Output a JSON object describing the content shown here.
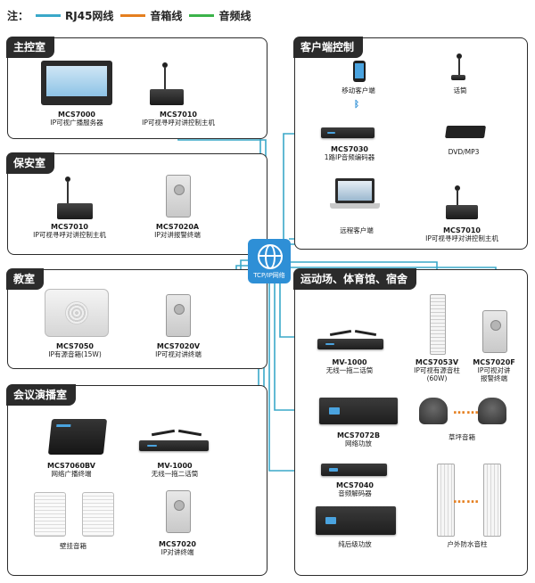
{
  "legend": {
    "prefix": "注：",
    "items": [
      {
        "label": "RJ45网线",
        "color": "#3aa8c9"
      },
      {
        "label": "音箱线",
        "color": "#e57f1f"
      },
      {
        "label": "音频线",
        "color": "#3bb34a"
      }
    ]
  },
  "hub": {
    "label": "TCP/IP网络",
    "color": "#2e8fd6"
  },
  "sections": {
    "main_control": {
      "title": "主控室",
      "devices": [
        {
          "model": "MCS7000",
          "desc": "IP可视广播服务器"
        },
        {
          "model": "MCS7010",
          "desc": "IP可视寻呼对讲控制主机"
        }
      ]
    },
    "client_control": {
      "title": "客户端控制",
      "devices": [
        {
          "model": "",
          "desc": "移动客户端"
        },
        {
          "model": "",
          "desc": "话筒"
        },
        {
          "model": "MCS7030",
          "desc": "1路IP音频编码器"
        },
        {
          "model": "",
          "desc": "DVD/MP3"
        },
        {
          "model": "",
          "desc": "远程客户端"
        },
        {
          "model": "MCS7010",
          "desc": "IP可视寻呼对讲控制主机"
        }
      ]
    },
    "security_room": {
      "title": "保安室",
      "devices": [
        {
          "model": "MCS7010",
          "desc": "IP可视寻呼对讲控制主机"
        },
        {
          "model": "MCS7020A",
          "desc": "IP对讲报警终端"
        }
      ]
    },
    "classroom": {
      "title": "教室",
      "devices": [
        {
          "model": "MCS7050",
          "desc": "IP有源音箱(15W)"
        },
        {
          "model": "MCS7020V",
          "desc": "IP可视对讲终端"
        }
      ]
    },
    "meeting_hall": {
      "title": "会议演播室",
      "devices": [
        {
          "model": "MCS7060BV",
          "desc": "网络广播终端"
        },
        {
          "model": "MV-1000",
          "desc": "无线一拖二话筒"
        },
        {
          "model": "",
          "desc": "壁挂音箱"
        },
        {
          "model": "MCS7020",
          "desc": "IP对讲终端"
        }
      ]
    },
    "sports_area": {
      "title": "运动场、体育馆、宿舍",
      "devices": [
        {
          "model": "MV-1000",
          "desc": "无线一拖二话筒"
        },
        {
          "model": "MCS7053V",
          "desc": "IP可视有源音柱",
          "extra": "(60W)"
        },
        {
          "model": "MCS7020F",
          "desc": "IP可视对讲",
          "extra": "报警终端"
        },
        {
          "model": "MCS7072B",
          "desc": "网络功放"
        },
        {
          "model": "",
          "desc": "草坪音箱"
        },
        {
          "model": "MCS7040",
          "desc": "音频解码器"
        },
        {
          "model": "",
          "desc": "纯后级功放"
        },
        {
          "model": "",
          "desc": "户外防水音柱"
        }
      ]
    }
  }
}
